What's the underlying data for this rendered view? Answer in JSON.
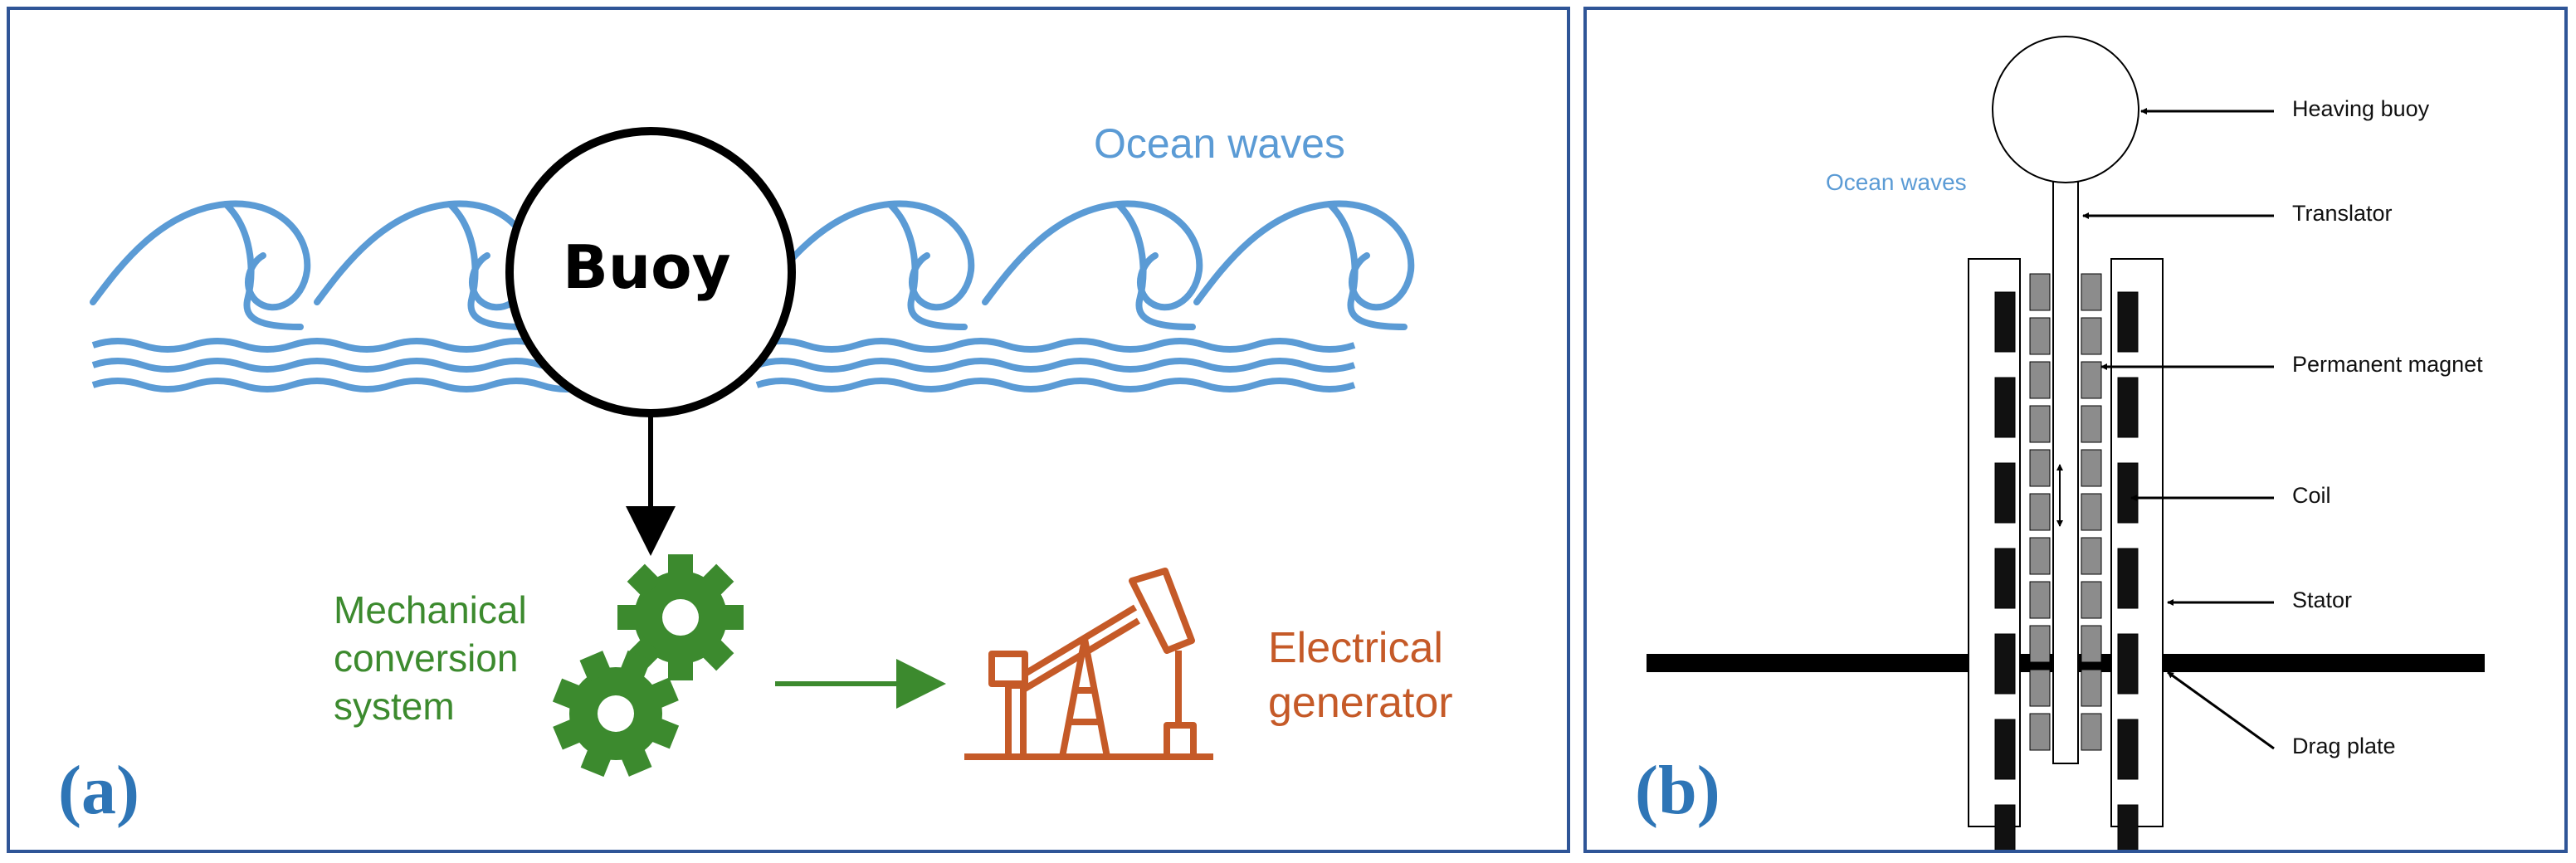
{
  "panel_a": {
    "label": "(a)",
    "buoy_label": "Buoy",
    "waves_label": "Ocean waves",
    "mechanical_label_lines": [
      "Mechanical",
      "conversion",
      "system"
    ],
    "generator_label_lines": [
      "Electrical",
      "generator"
    ],
    "icons": [
      "wave-icon",
      "gear-icon",
      "pump-jack-icon",
      "arrow-icon"
    ],
    "colors": {
      "waves": "#5b9bd5",
      "mechanical": "#3c8a2e",
      "generator": "#c55a28",
      "label": "#2e75b6",
      "border": "#2f5597"
    }
  },
  "panel_b": {
    "label": "(b)",
    "waves_label": "Ocean waves",
    "components": {
      "heaving_buoy": "Heaving buoy",
      "translator": "Translator",
      "permanent_magnet": "Permanent magnet",
      "coil": "Coil",
      "stator": "Stator",
      "drag_plate": "Drag plate"
    }
  }
}
